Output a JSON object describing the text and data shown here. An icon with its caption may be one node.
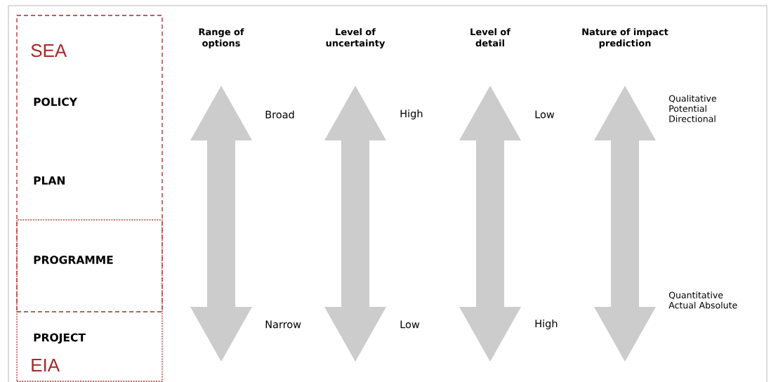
{
  "diagram": {
    "nodes": [
      {
        "text": [
          "SEA"
        ]
      },
      {
        "text": [
          "EIA"
        ]
      }
    ],
    "labels": [
      "POLICY",
      "PLAN",
      "PROGRAMME",
      "PROJECT",
      "Range of options",
      "Level of uncertainty",
      "Level of detail",
      "Nature of impact prediction",
      "Broad",
      "High",
      "Low",
      "Qualitative Potential Directional",
      "Narrow",
      "Low",
      "High",
      "Quantitative Actual Absolute"
    ]
  }
}
